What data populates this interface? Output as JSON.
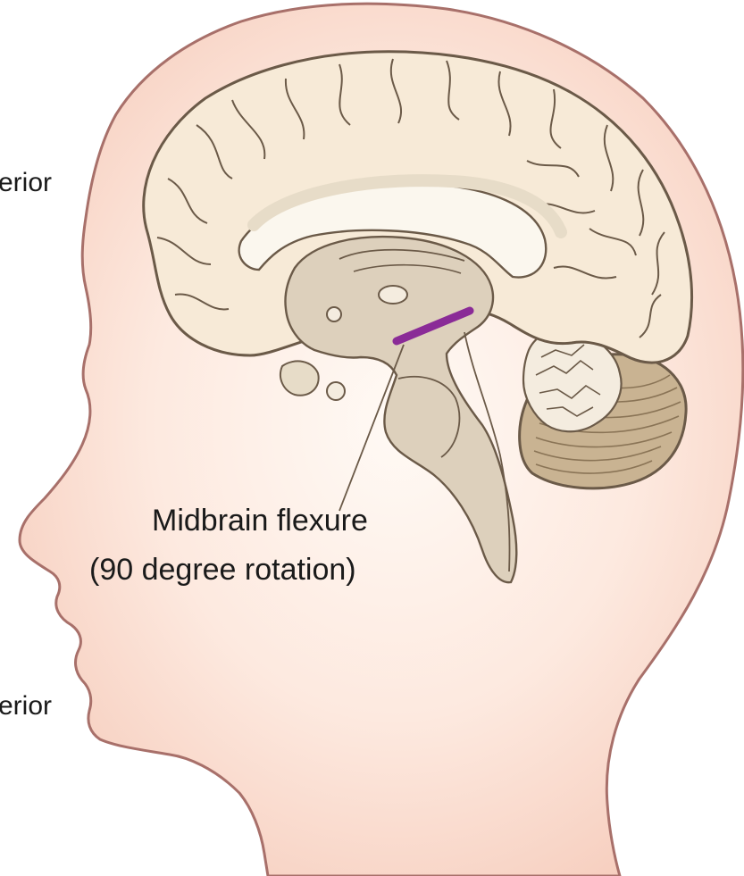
{
  "labels": {
    "superior": "erior",
    "inferior": "erior"
  },
  "callout": {
    "line1": "Midbrain flexure",
    "line2": "(90 degree rotation)"
  },
  "colors": {
    "skin_center": "#fdeee6",
    "skin_edge": "#f6cdbd",
    "head_outline": "#a8706a",
    "cortex": "#f7ead7",
    "brain_outline": "#6b5a48",
    "midline_structures": "#ddd0bc",
    "corpus_callosum": "#fbf7ee",
    "cerebellum": "#c9b392",
    "flexure_marker": "#8a2b97"
  }
}
